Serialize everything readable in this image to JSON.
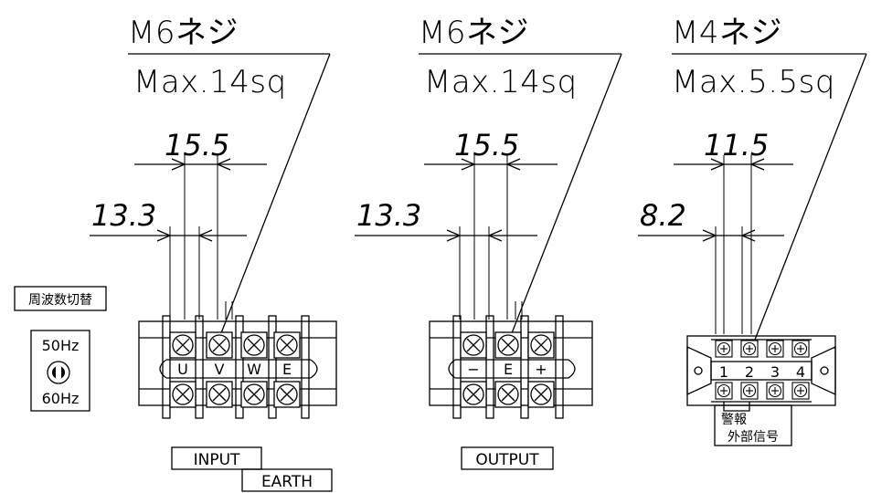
{
  "blocks": [
    {
      "screw": "M6ネジ",
      "wire": "Max.14sq",
      "dim_wide": "15.5",
      "dim_narrow": "13.3",
      "terminals": [
        "U",
        "V",
        "W",
        "E"
      ],
      "label": "INPUT"
    },
    {
      "screw": "M6ネジ",
      "wire": "Max.14sq",
      "dim_wide": "15.5",
      "dim_narrow": "13.3",
      "terminals": [
        "−",
        "E",
        "+"
      ],
      "label": "OUTPUT"
    },
    {
      "screw": "M4ネジ",
      "wire": "Max.5.5sq",
      "dim_wide": "11.5",
      "dim_narrow": "8.2",
      "terminals": [
        "1",
        "2",
        "3",
        "4"
      ],
      "label_line1": "警報",
      "label_line2": "外部信号"
    }
  ],
  "earth_label": "EARTH",
  "freq_switch": {
    "title": "周波数切替",
    "top": "50Hz",
    "bottom": "60Hz"
  }
}
